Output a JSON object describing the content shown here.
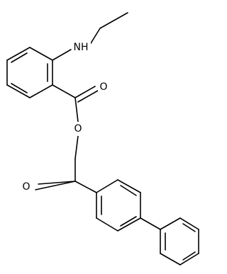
{
  "atom_labels": {
    "amine": "NH",
    "ester_oxygen_double": "O",
    "ester_oxygen_single": "O",
    "ketone_oxygen": "O"
  },
  "colors": {
    "bond": "#000000",
    "background": "#ffffff"
  }
}
